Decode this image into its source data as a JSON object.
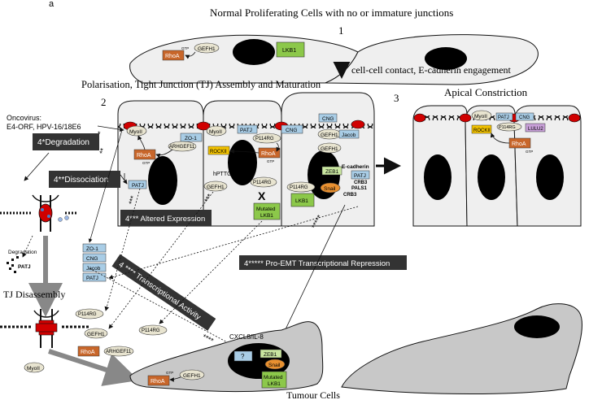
{
  "figure_label": "a",
  "stage1": {
    "title": "Normal Proliferating  Cells with no or immature junctions",
    "number": "1",
    "labels": {
      "rhoa": "RhoA",
      "gtp": "GTP",
      "gefh1": "GEFH1",
      "lkb1": "LKB1"
    }
  },
  "transition": "cell-cell contact, E-cadherin engagement",
  "stage2": {
    "title": "Polarisation, Tight Junction (TJ) Assembly and Maturation",
    "number": "2",
    "oncovirus_line1": "Oncovirus:",
    "oncovirus_line2": "E4-ORF, HPV-16/18E6",
    "degradation_box": "4*Degradation",
    "dissociation_box": "4**Dissociation",
    "altered_box": "4*** Altered Expression",
    "transcriptional_box": "4 **** Transcriptional Activity",
    "repression_box": "4***** Pro-EMT Transcriptional Repression",
    "labels": {
      "myoii": "MyoII",
      "zo1": "ZO-1",
      "arhgef11": "ARHGEF11",
      "rhoa": "RhoA",
      "gtp": "GTP",
      "rock": "ROCKII",
      "patj": "PATJ",
      "cng": "CNG",
      "p114rg": "P114RG",
      "gefh1": "GEFH1",
      "jacob": "Jacob",
      "hpttg1": "hPTTG1",
      "zeb1": "ZEB1",
      "snail": "Snail",
      "lkb1": "LKB1",
      "mutated_lkb1_line1": "Mutated",
      "mutated_lkb1_line2": "LKB1",
      "ecadherin": "E-cadherin",
      "crb3": "CRB3",
      "pals1": "PALS1",
      "x_mark": "X",
      "star1": "*",
      "star2": "**",
      "star3": "***",
      "star4": "****",
      "star5": "*****"
    }
  },
  "stage3": {
    "title": "Apical Constriction",
    "number": "3",
    "labels": {
      "myoii": "MyoII",
      "rock": "ROCKII",
      "patj": "PATJ",
      "cng": "CNG",
      "p114rg": "P114RG",
      "lulu2": "LULU2",
      "rhoa": "RhoA",
      "gtp": "GTP"
    }
  },
  "left": {
    "degradation": "Degradation",
    "patj": "PATJ",
    "stack": [
      "ZO-1",
      "CNG",
      "Jacob",
      "PATJ"
    ],
    "tj_disassembly": "TJ Disassembly",
    "p114rg": "P114RG",
    "gefh1": "GEFH1",
    "myoii": "MyoII",
    "rhoa": "RhoA",
    "arhgef11": "ARHGEF11",
    "p114rg2": "P114RG"
  },
  "tumour": {
    "title": "Tumour Cells",
    "cxcl8": "CXCL8/IL-8",
    "question": "?",
    "zeb1": "ZEB1",
    "snail": "Snail",
    "mutated_lkb1_line1": "Mutated",
    "mutated_lkb1_line2": "LKB1",
    "gefh1": "GEFH1",
    "rhoa": "RhoA",
    "gtp": "GTP"
  },
  "colors": {
    "cell_fill": "#efefef",
    "tumour_fill": "#c8c8c8",
    "rhoa": "#c8662a",
    "lkb1": "#8cc84a",
    "blue_protein": "#a9cde6",
    "rock": "#f2c200",
    "lulu2": "#c8a0d8",
    "tj_red": "#d00000",
    "dark_box": "#333333"
  }
}
